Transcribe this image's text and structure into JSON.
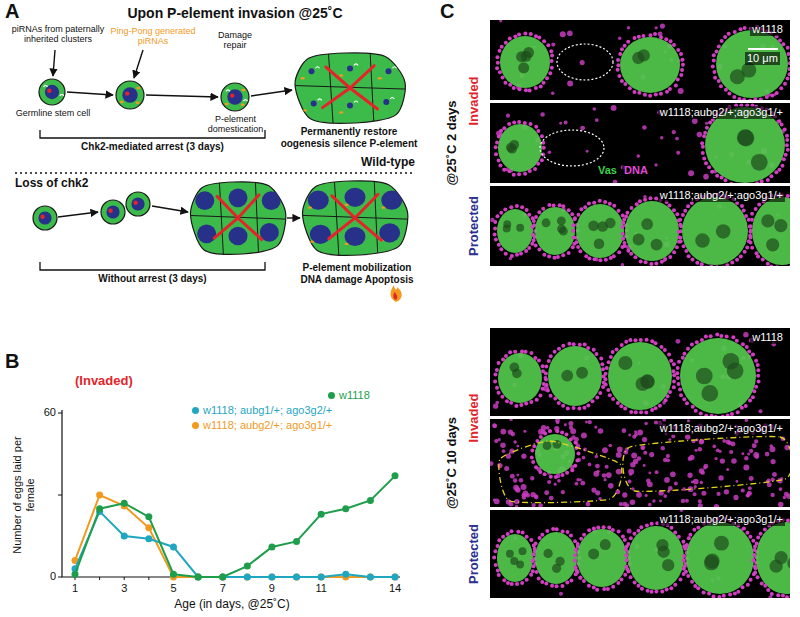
{
  "diagram": {
    "nodes": [
      {
        "text": [
          "Germline stem cell"
        ]
      },
      {
        "text": [
          "Permanently restore oogenesis silence P-element"
        ]
      },
      {
        "text": [
          "P-element mobilization DNA damage Apoptosis"
        ]
      },
      {
        "text": [
          "w1118"
        ]
      },
      {
        "text": [
          "w1118;aubg2/+;ago3g1/+"
        ]
      },
      {
        "text": [
          "w1118;aubg2/+;ago3g1/+"
        ]
      },
      {
        "text": [
          "w1118"
        ]
      },
      {
        "text": [
          "w1118;aubg2/+;ago3g1/+"
        ]
      },
      {
        "text": [
          "w1118;aubg2/+;ago3g1/+"
        ]
      }
    ],
    "labels": [
      "A",
      "Upon P-element invasion @25˚C",
      "piRNAs from paternally inherited clusters",
      "Ping-Pong generated piRNAs",
      "Damage repair",
      "P-element domestication",
      "Chk2-mediated arrest (3 days)",
      "Wild-type",
      "Loss of chk2",
      "Without arrest (3 days)",
      "B",
      "(Invaded)",
      "Number of eggs laid per female",
      "60",
      "0",
      "1",
      "3",
      "5",
      "7",
      "9",
      "11",
      "14",
      "Age (in days, @25˚C)",
      "C",
      "Vas",
      "DNA",
      "10 μm",
      "@25˚C 2 days",
      "Invaded",
      "Protected",
      "@25˚C 10 days",
      "Invaded",
      "Protected"
    ],
    "legend": [
      {
        "text": "w1118",
        "color": "#1e9e4a"
      },
      {
        "text": "w1118; aubg1/+; ago3g2/+",
        "color": "#1fa6c0"
      },
      {
        "text": "w1118; aubg2/+; ago3g1/+",
        "color": "#f29a1f"
      }
    ]
  }
}
